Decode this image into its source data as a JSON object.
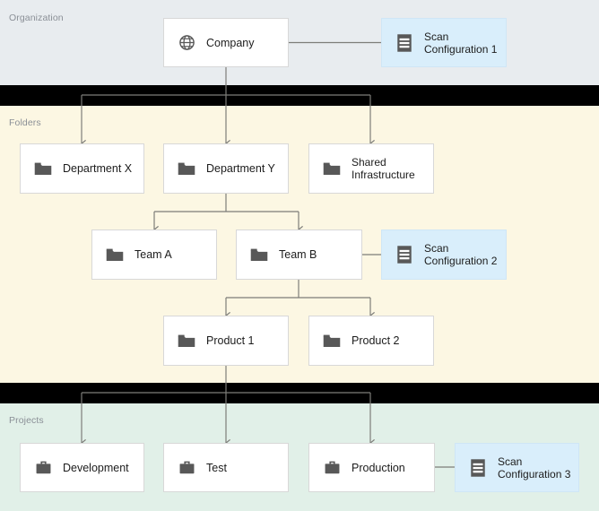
{
  "diagram": {
    "title": "Organization / Folders / Projects hierarchy",
    "colors": {
      "band_organization_bg": "#e8ecef",
      "band_folders_bg": "#fcf7e3",
      "band_projects_bg": "#e1f0e8",
      "gap_bg": "#000000",
      "node_bg": "#ffffff",
      "node_border": "#d8d8d8",
      "scan_node_bg": "#d9eefb",
      "scan_node_border": "#cfe6f6",
      "connector": "#7d7d79",
      "label_text": "#8a8f96",
      "node_text": "#1c1c1c",
      "icon_fill": "#585858"
    }
  },
  "bands": {
    "organization": {
      "label": "Organization"
    },
    "folders": {
      "label": "Folders"
    },
    "projects": {
      "label": "Projects"
    }
  },
  "nodes": {
    "company": {
      "label": "Company",
      "icon": "globe-icon"
    },
    "scan_config_1": {
      "label": "Scan\nConfiguration 1",
      "icon": "scan-configuration-icon"
    },
    "department_x": {
      "label": "Department X",
      "icon": "folder-icon"
    },
    "department_y": {
      "label": "Department Y",
      "icon": "folder-icon"
    },
    "shared_infra": {
      "label": "Shared\nInfrastructure",
      "icon": "folder-icon"
    },
    "team_a": {
      "label": "Team A",
      "icon": "folder-icon"
    },
    "team_b": {
      "label": "Team B",
      "icon": "folder-icon"
    },
    "scan_config_2": {
      "label": "Scan\nConfiguration 2",
      "icon": "scan-configuration-icon"
    },
    "product_1": {
      "label": "Product 1",
      "icon": "folder-icon"
    },
    "product_2": {
      "label": "Product 2",
      "icon": "folder-icon"
    },
    "development": {
      "label": "Development",
      "icon": "briefcase-icon"
    },
    "test": {
      "label": "Test",
      "icon": "briefcase-icon"
    },
    "production": {
      "label": "Production",
      "icon": "briefcase-icon"
    },
    "scan_config_3": {
      "label": "Scan\nConfiguration 3",
      "icon": "scan-configuration-icon"
    }
  },
  "edges": [
    {
      "from": "company",
      "to": "scan_config_1",
      "style": "plain"
    },
    {
      "from": "company",
      "to": "department_x",
      "style": "arrow"
    },
    {
      "from": "company",
      "to": "department_y",
      "style": "arrow"
    },
    {
      "from": "company",
      "to": "shared_infra",
      "style": "arrow"
    },
    {
      "from": "department_y",
      "to": "team_a",
      "style": "arrow"
    },
    {
      "from": "department_y",
      "to": "team_b",
      "style": "arrow"
    },
    {
      "from": "team_b",
      "to": "scan_config_2",
      "style": "plain"
    },
    {
      "from": "team_b",
      "to": "product_1",
      "style": "arrow"
    },
    {
      "from": "team_b",
      "to": "product_2",
      "style": "arrow"
    },
    {
      "from": "product_1",
      "to": "development",
      "style": "arrow"
    },
    {
      "from": "product_1",
      "to": "test",
      "style": "arrow"
    },
    {
      "from": "product_1",
      "to": "production",
      "style": "arrow"
    },
    {
      "from": "production",
      "to": "scan_config_3",
      "style": "plain"
    }
  ]
}
